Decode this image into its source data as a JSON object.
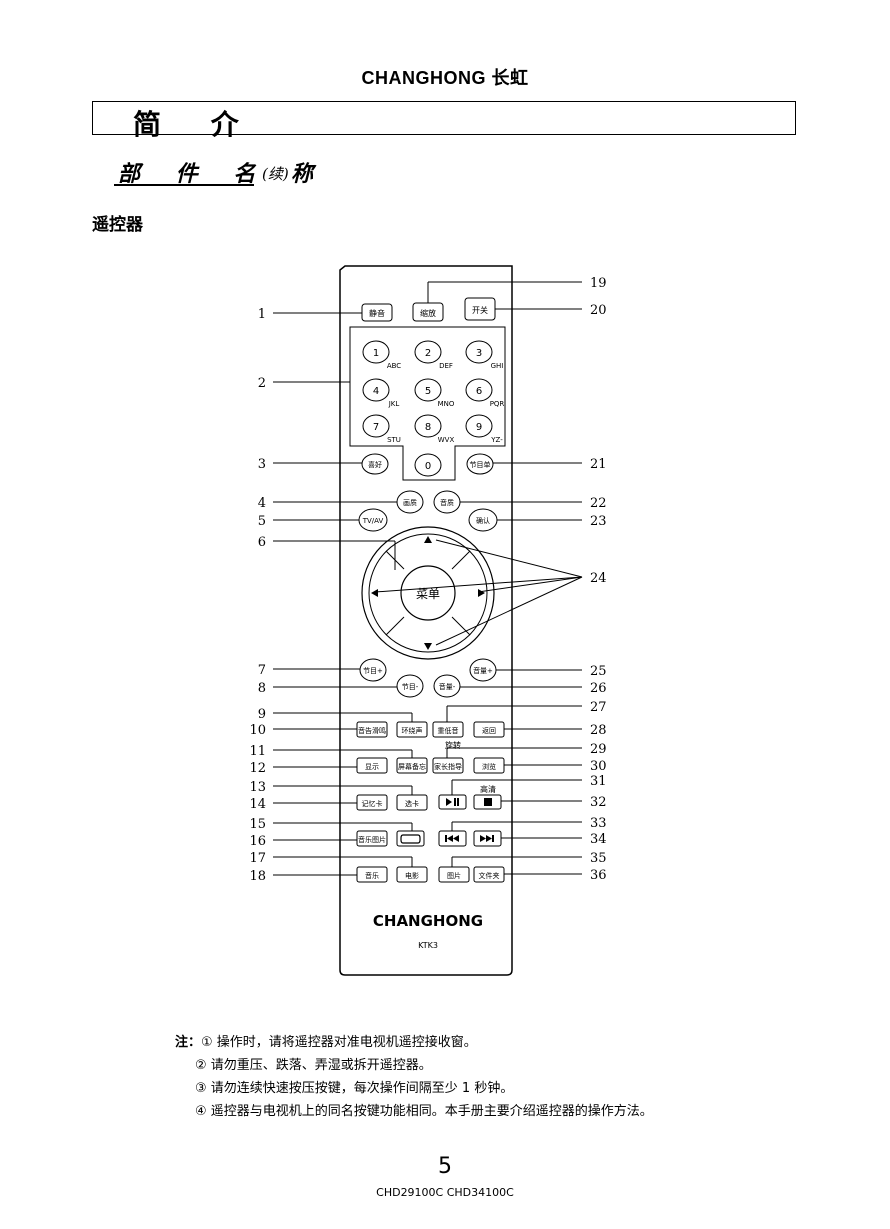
{
  "header": {
    "brand": "CHANGHONG 长虹"
  },
  "title": "简 介",
  "section": {
    "title": "部 件 名 称",
    "subtitle": "(续)"
  },
  "subheading": "遥控器",
  "remote": {
    "brand": "CHANGHONG",
    "model": "KTK3",
    "buttons": {
      "mute": "静音",
      "zoom": "缩放",
      "power": "开关",
      "favorite": "喜好",
      "program_list": "节目单",
      "picture": "画质",
      "sound": "音质",
      "tvav": "TV/AV",
      "confirm": "确认",
      "menu": "菜单",
      "ch_plus": "节目+",
      "ch_minus": "节目-",
      "vol_plus": "音量+",
      "vol_minus": "音量-",
      "lyrics": "音告滑鸣",
      "surround": "环绕声",
      "bass": "重低音",
      "back": "返回",
      "rotate_label": "旋转",
      "display": "显示",
      "screen_sleep": "屏幕备忘",
      "parental": "家长指导",
      "browse": "浏览",
      "memory_card": "记忆卡",
      "select_card": "选卡",
      "hd_label": "高清",
      "music_photo": "音乐图片",
      "music": "音乐",
      "movie": "电影",
      "photo": "图片",
      "folder": "文件夹"
    },
    "digits": [
      {
        "num": "1",
        "letters": "ABC"
      },
      {
        "num": "2",
        "letters": "DEF"
      },
      {
        "num": "3",
        "letters": "GHI"
      },
      {
        "num": "4",
        "letters": "JKL"
      },
      {
        "num": "5",
        "letters": "MNO"
      },
      {
        "num": "6",
        "letters": "PQR"
      },
      {
        "num": "7",
        "letters": "STU"
      },
      {
        "num": "8",
        "letters": "WVX"
      },
      {
        "num": "9",
        "letters": "YZ-"
      },
      {
        "num": "0",
        "letters": ""
      }
    ]
  },
  "callouts": {
    "left": [
      "1",
      "2",
      "3",
      "4",
      "5",
      "6",
      "7",
      "8",
      "9",
      "10",
      "11",
      "12",
      "13",
      "14",
      "15",
      "16",
      "17",
      "18"
    ],
    "right": [
      "19",
      "20",
      "21",
      "22",
      "23",
      "24",
      "25",
      "26",
      "27",
      "28",
      "29",
      "30",
      "31",
      "32",
      "33",
      "34",
      "35",
      "36"
    ]
  },
  "notes": {
    "label": "注：",
    "items": [
      "① 操作时，请将遥控器对准电视机遥控接收窗。",
      "② 请勿重压、跌落、弄湿或拆开遥控器。",
      "③ 请勿连续快速按压按键，每次操作间隔至少 1 秒钟。",
      "④ 遥控器与电视机上的同名按键功能相同。本手册主要介绍遥控器的操作方法。"
    ]
  },
  "footer": {
    "page": "5",
    "model": "CHD29100C CHD34100C"
  }
}
